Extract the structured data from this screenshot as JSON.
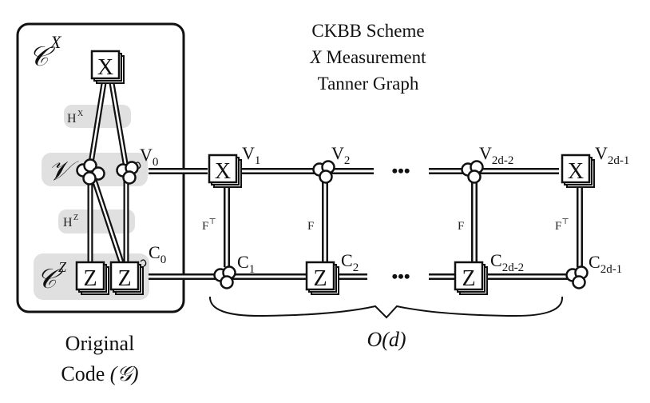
{
  "title": {
    "line1": "CKBB Scheme",
    "line2_italic": "X",
    "line2_rest": " Measurement",
    "line3": "Tanner Graph"
  },
  "original_code": {
    "caption_line1": "Original",
    "caption_line2": "Code",
    "caption_symbol": "(𝒢)",
    "cx_label": "𝒞",
    "cx_sup": "X",
    "v_label": "𝒱",
    "cz_label": "𝒞",
    "cz_sup": "Z",
    "hx_label": "H",
    "hx_sup": "X",
    "hz_label": "H",
    "hz_sup": "Z",
    "x_node": "X",
    "z_nodes": [
      "Z",
      "Z"
    ],
    "v0": {
      "base": "V",
      "sub": "0"
    },
    "c0": {
      "base": "C",
      "sub": "0"
    }
  },
  "chain": {
    "top_nodes": [
      {
        "id": "V1",
        "base": "V",
        "sub": "1",
        "type": "X",
        "letter": "X"
      },
      {
        "id": "V2",
        "base": "V",
        "sub": "2",
        "type": "cluster"
      },
      {
        "id": "V2d-2",
        "base": "V",
        "sub": "2d-2",
        "type": "cluster"
      },
      {
        "id": "V2d-1",
        "base": "V",
        "sub": "2d-1",
        "type": "X",
        "letter": "X"
      }
    ],
    "bottom_nodes": [
      {
        "id": "C1",
        "base": "C",
        "sub": "1",
        "type": "cluster"
      },
      {
        "id": "C2",
        "base": "C",
        "sub": "2",
        "type": "Z",
        "letter": "Z"
      },
      {
        "id": "C2d-2",
        "base": "C",
        "sub": "2d-2",
        "type": "Z",
        "letter": "Z"
      },
      {
        "id": "C2d-1",
        "base": "C",
        "sub": "2d-1",
        "type": "cluster"
      }
    ],
    "vertical_edges": [
      {
        "label": "F",
        "sup": "⊤"
      },
      {
        "label": "F",
        "sup": ""
      },
      {
        "label": "F",
        "sup": ""
      },
      {
        "label": "F",
        "sup": "⊤"
      }
    ],
    "ellipsis": "•••",
    "brace_label": "O(d)"
  },
  "colors": {
    "shade": "#e0e0e0",
    "stroke": "#111111",
    "background": "#ffffff"
  }
}
